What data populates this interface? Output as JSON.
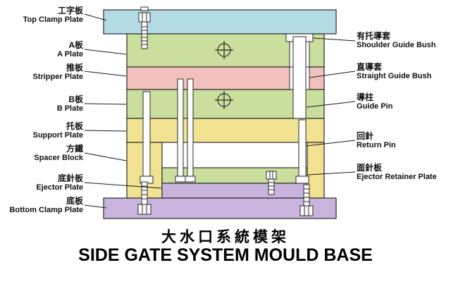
{
  "title": {
    "zh": "大水口系統模架",
    "en": "SIDE GATE SYSTEM MOULD BASE"
  },
  "left_labels": [
    {
      "zh": "工字板",
      "en": "Top Clamp Plate"
    },
    {
      "zh": "A板",
      "en": "A Plate"
    },
    {
      "zh": "推板",
      "en": "Stripper Plate"
    },
    {
      "zh": "B板",
      "en": "B Plate"
    },
    {
      "zh": "托板",
      "en": "Support Plate"
    },
    {
      "zh": "方鐵",
      "en": "Spacer Block"
    },
    {
      "zh": "底針板",
      "en": "Ejector Plate"
    },
    {
      "zh": "底板",
      "en": "Bottom Clamp Plate"
    }
  ],
  "right_labels": [
    {
      "zh": "有托導套",
      "en": "Shoulder Guide Bush"
    },
    {
      "zh": "直導套",
      "en": "Straight Guide Bush"
    },
    {
      "zh": "導柱",
      "en": "Guide Pin"
    },
    {
      "zh": "回針",
      "en": "Return Pin"
    },
    {
      "zh": "面針板",
      "en": "Ejector Retainer Plate"
    }
  ],
  "colors": {
    "top_clamp_plate": "#b3dbe6",
    "a_plate": "#cadf9e",
    "stripper_plate": "#f3c1bd",
    "b_plate": "#cadf9e",
    "support_plate": "#f1e292",
    "spacer_block": "#f1e292",
    "ejector_retainer_plate": "#cadf9e",
    "ejector_plate": "#c8b4dc",
    "bottom_clamp_plate": "#c8b4dc",
    "pin": "#fdfdfd",
    "outline": "#2a2a2a"
  }
}
